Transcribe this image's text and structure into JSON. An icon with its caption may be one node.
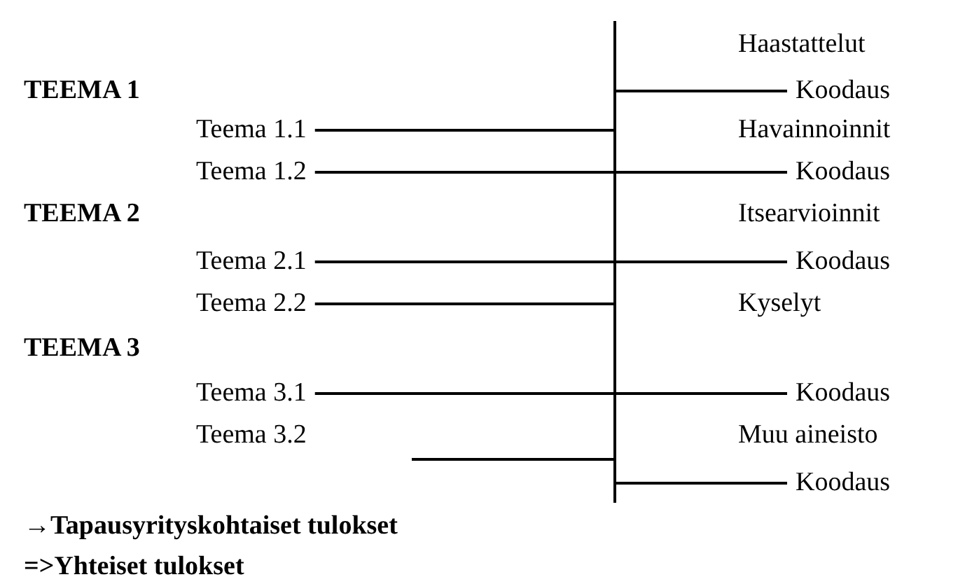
{
  "diagram": {
    "nodes": [
      {
        "text": [],
        "shape": "bar"
      },
      {
        "text": [
          "Koodaus"
        ]
      },
      {
        "text": [
          "Teema 1.1"
        ]
      },
      {
        "text": [
          "Teema 1.2"
        ]
      },
      {
        "text": [
          "Koodaus"
        ]
      },
      {
        "text": [
          "Teema 2.1"
        ]
      },
      {
        "text": [
          "Koodaus"
        ]
      },
      {
        "text": [
          "Teema 2.2"
        ]
      },
      {
        "text": [
          "Teema 3.1"
        ]
      },
      {
        "text": [
          "Koodaus"
        ]
      },
      {
        "text": [
          "Teema 3.2"
        ]
      },
      {
        "text": [
          "Koodaus"
        ]
      }
    ],
    "edges": [
      {
        "from": 0,
        "to": 1,
        "arrow": "none"
      },
      {
        "from": 2,
        "to": 0,
        "arrow": "none"
      },
      {
        "from": 3,
        "to": 0,
        "arrow": "none"
      },
      {
        "from": 0,
        "to": 4,
        "arrow": "none"
      },
      {
        "from": 5,
        "to": 0,
        "arrow": "none"
      },
      {
        "from": 0,
        "to": 6,
        "arrow": "none"
      },
      {
        "from": 7,
        "to": 0,
        "arrow": "none"
      },
      {
        "from": 8,
        "to": 0,
        "arrow": "none"
      },
      {
        "from": 0,
        "to": 9,
        "arrow": "none"
      },
      {
        "from": null,
        "to": 0,
        "arrow": "none"
      },
      {
        "from": 0,
        "to": 11,
        "arrow": "none"
      }
    ],
    "labels": [
      "Haastattelut",
      "TEEMA 1",
      "Havainnoinnit",
      "TEEMA 2",
      "Itsearvioinnit",
      "Kyselyt",
      "TEEMA 3",
      "Muu aineisto",
      "→Tapausyrityskohtaiset tulokset",
      "=>Yhteiset tulokset"
    ]
  }
}
